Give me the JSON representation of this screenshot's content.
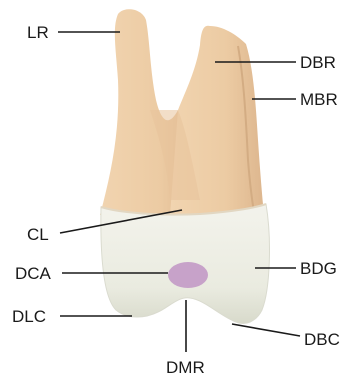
{
  "labels": {
    "lr": "LR",
    "dbr": "DBR",
    "mbr": "MBR",
    "cl": "CL",
    "bdg": "BDG",
    "dca": "DCA",
    "dlc": "DLC",
    "dbc": "DBC",
    "dmr": "DMR"
  },
  "colors": {
    "root": "#EECDA6",
    "root_shadow": "#D9B38A",
    "crown": "#EDEEE4",
    "crown_shadow": "#D4D6C8",
    "dca_spot": "#C7A2C9",
    "text": "#1a1a1a"
  }
}
